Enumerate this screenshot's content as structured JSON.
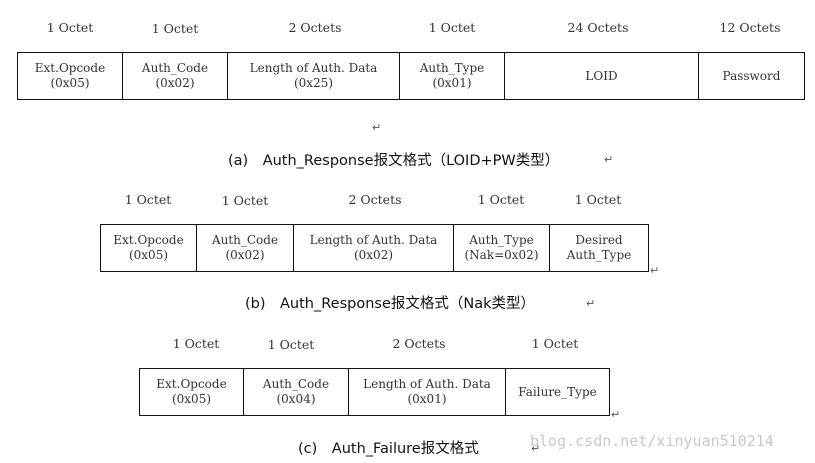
{
  "diagram_a": {
    "sizes": [
      "1 Octet",
      "1 Octet",
      "2 Octets",
      "1 Octet",
      "24 Octets",
      "12 Octets"
    ],
    "fields": [
      {
        "line1": "Ext.Opcode",
        "line2": "(0x05)"
      },
      {
        "line1": "Auth_Code",
        "line2": "(0x02)"
      },
      {
        "line1": "Length of Auth. Data",
        "line2": "(0x25)"
      },
      {
        "line1": "Auth_Type",
        "line2": "(0x01)"
      },
      {
        "line1": "LOID",
        "line2": ""
      },
      {
        "line1": "Password",
        "line2": ""
      }
    ],
    "caption": "(a)　Auth_Response报文格式（LOID+PW类型）"
  },
  "diagram_b": {
    "sizes": [
      "1 Octet",
      "1 Octet",
      "2 Octets",
      "1 Octet",
      "1 Octet"
    ],
    "fields": [
      {
        "line1": "Ext.Opcode",
        "line2": "(0x05)"
      },
      {
        "line1": "Auth_Code",
        "line2": "(0x02)"
      },
      {
        "line1": "Length of Auth. Data",
        "line2": "(0x02)"
      },
      {
        "line1": "Auth_Type",
        "line2": "(Nak=0x02)"
      },
      {
        "line1": "Desired",
        "line2": "Auth_Type"
      }
    ],
    "caption": "(b)　Auth_Response报文格式（Nak类型）"
  },
  "diagram_c": {
    "sizes": [
      "1 Octet",
      "1 Octet",
      "2 Octets",
      "1 Octet"
    ],
    "fields": [
      {
        "line1": "Ext.Opcode",
        "line2": "(0x05)"
      },
      {
        "line1": "Auth_Code",
        "line2": "(0x04)"
      },
      {
        "line1": "Length of Auth. Data",
        "line2": "(0x01)"
      },
      {
        "line1": "Failure_Type",
        "line2": ""
      }
    ],
    "caption": "(c)　Auth_Failure报文格式"
  },
  "paragraph_mark": "↵",
  "watermark": "blog.csdn.net/xinyuan510214"
}
